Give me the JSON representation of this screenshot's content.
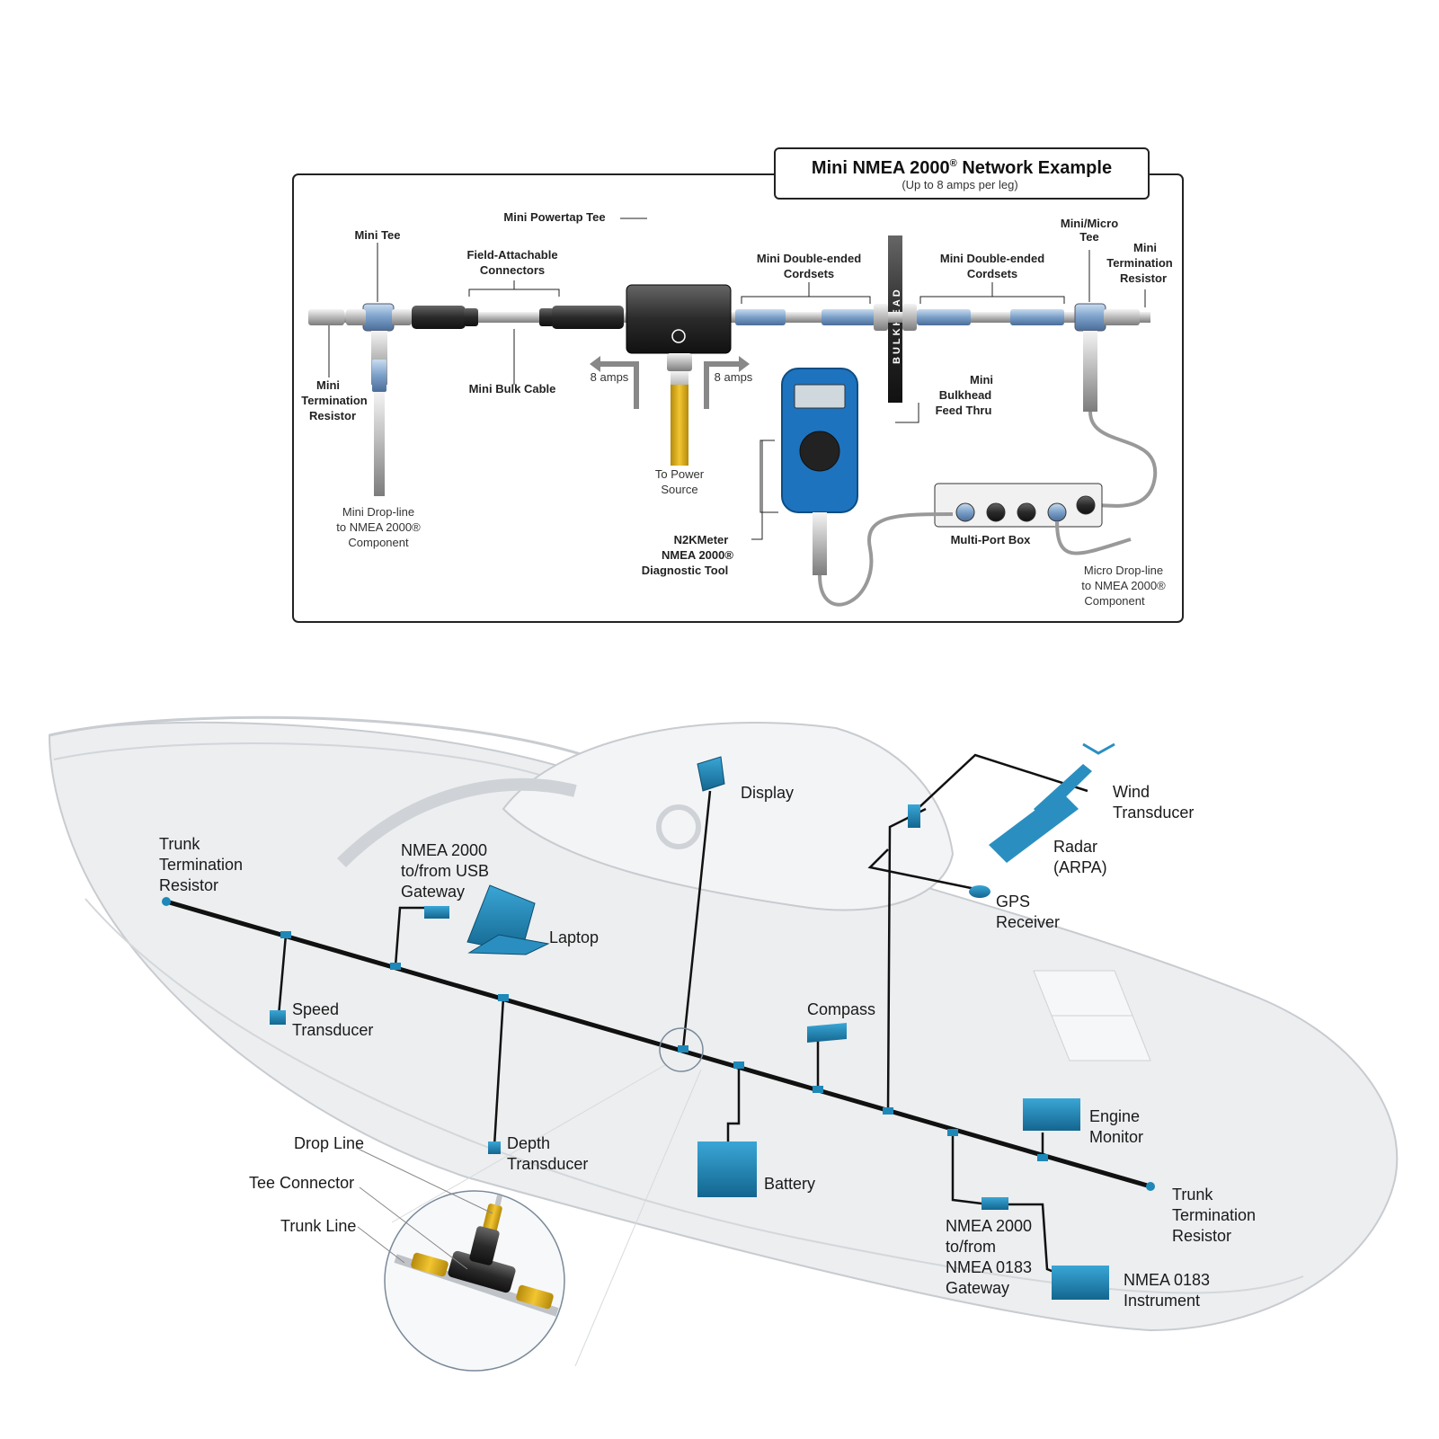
{
  "network_diagram": {
    "title": "Mini NMEA 2000",
    "title_reg": "®",
    "title_suffix": " Network Example",
    "subtitle": "(Up to 8 amps per leg)",
    "labels": {
      "mini_powertap_tee": "Mini Powertap Tee",
      "mini_tee": "Mini Tee",
      "field_attachable_1": "Field-Attachable",
      "field_attachable_2": "Connectors",
      "double_ended_left_1": "Mini Double-ended",
      "double_ended_left_2": "Cordsets",
      "double_ended_right_1": "Mini Double-ended",
      "double_ended_right_2": "Cordsets",
      "mini_micro_tee_1": "Mini/Micro",
      "mini_micro_tee_2": "Tee",
      "term_right_1": "Mini",
      "term_right_2": "Termination",
      "term_right_3": "Resistor",
      "term_left_1": "Mini",
      "term_left_2": "Termination",
      "term_left_3": "Resistor",
      "bulk_cable": "Mini Bulk Cable",
      "amps_left": "8 amps",
      "amps_right": "8 amps",
      "power_1": "To Power",
      "power_2": "Source",
      "bulkhead_1": "Mini",
      "bulkhead_2": "Bulkhead",
      "bulkhead_3": "Feed Thru",
      "bulkhead_vertical": "BULKHEAD",
      "drop_left_1": "Mini Drop-line",
      "drop_left_2": "to NMEA 2000®",
      "drop_left_3": "Component",
      "multiport": "Multi-Port Box",
      "n2k_1": "N2KMeter",
      "n2k_2": "NMEA 2000®",
      "n2k_3": "Diagnostic Tool",
      "micro_drop_1": "Micro Drop-line",
      "micro_drop_2": "to NMEA 2000®",
      "micro_drop_3": "Component"
    }
  },
  "boat_diagram": {
    "labels": {
      "trunk_left_1": "Trunk",
      "trunk_left_2": "Termination",
      "trunk_left_3": "Resistor",
      "usb_1": "NMEA 2000",
      "usb_2": "to/from USB",
      "usb_3": "Gateway",
      "laptop": "Laptop",
      "display": "Display",
      "wind_1": "Wind",
      "wind_2": "Transducer",
      "radar_1": "Radar",
      "radar_2": "(ARPA)",
      "gps_1": "GPS",
      "gps_2": "Receiver",
      "speed_1": "Speed",
      "speed_2": "Transducer",
      "compass": "Compass",
      "engine_1": "Engine",
      "engine_2": "Monitor",
      "depth_1": "Depth",
      "depth_2": "Transducer",
      "battery": "Battery",
      "drop_line": "Drop Line",
      "tee_connector": "Tee Connector",
      "trunk_line": "Trunk Line",
      "trunk_right_1": "Trunk",
      "trunk_right_2": "Termination",
      "trunk_right_3": "Resistor",
      "gw0183_1": "NMEA 2000",
      "gw0183_2": "to/from",
      "gw0183_3": "NMEA 0183",
      "gw0183_4": "Gateway",
      "inst_1": "NMEA 0183",
      "inst_2": "Instrument"
    }
  },
  "colors": {
    "device_blue": "#1e88b8",
    "trunk_black": "#111111",
    "hull_gray": "#e9eaec",
    "connector_yellow": "#e6b820"
  }
}
